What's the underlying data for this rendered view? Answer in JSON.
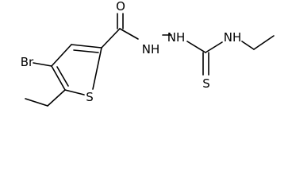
{
  "atoms": {
    "br": "Br",
    "s_ring": "S",
    "o": "O",
    "nh1": "NH",
    "nh2": "NH",
    "nh3": "NH",
    "s_thio": "S"
  }
}
